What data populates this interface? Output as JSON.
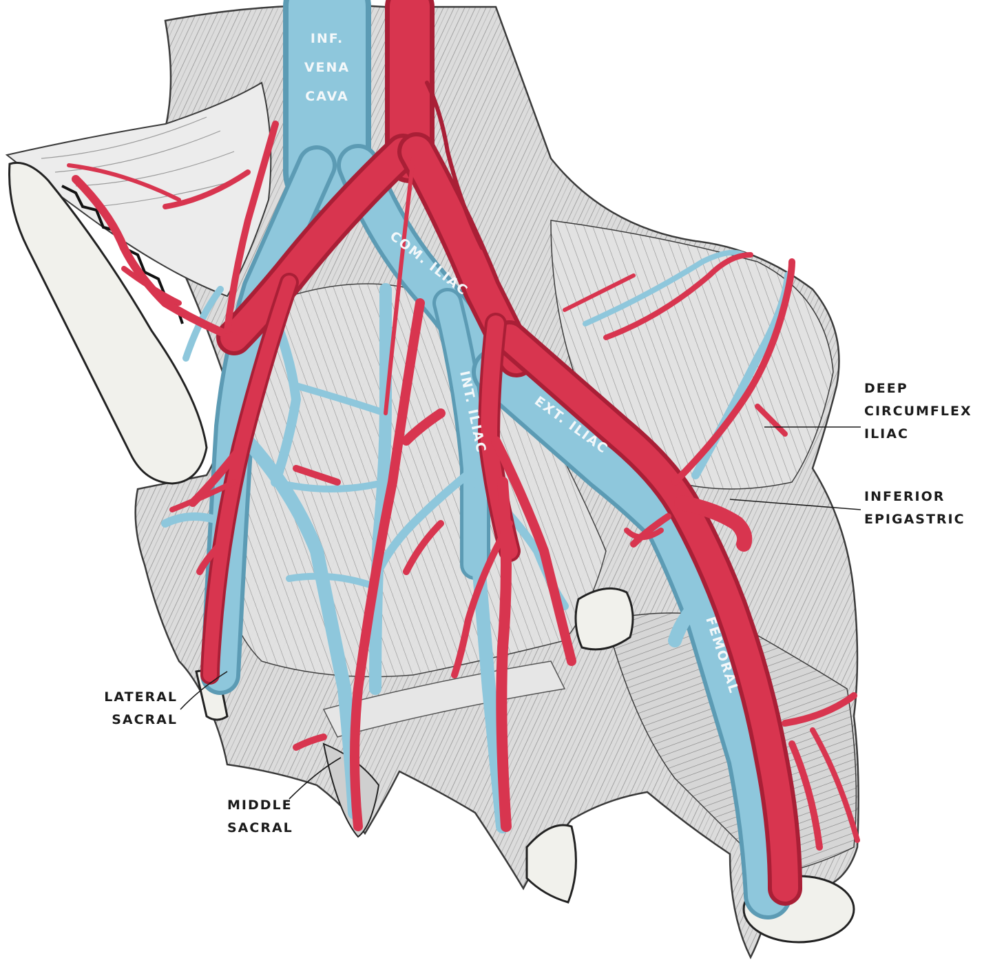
{
  "labels": {
    "inf_vena_cava": [
      "INF.",
      "VENA",
      "CAVA"
    ],
    "com_iliac": "COM. ILIAC",
    "int_iliac": "INT. ILIAC",
    "ext_iliac": "EXT. ILIAC",
    "femoral": "FEMORAL",
    "deep_circumflex_iliac": [
      "DEEP",
      "CIRCUMFLEX",
      "ILIAC"
    ],
    "inferior_epigastric": [
      "INFERIOR",
      "EPIGASTRIC"
    ],
    "lateral_sacral": [
      "LATERAL",
      "SACRAL"
    ],
    "middle_sacral": [
      "MIDDLE",
      "SACRAL"
    ]
  },
  "colors": {
    "artery": "#d8354f",
    "artery_dark": "#a91f36",
    "vein": "#8ec7dc",
    "vein_dark": "#5c9bb4",
    "muscle": "#d9d9d9",
    "bone": "#f1f1ec",
    "background": "#ffffff"
  }
}
